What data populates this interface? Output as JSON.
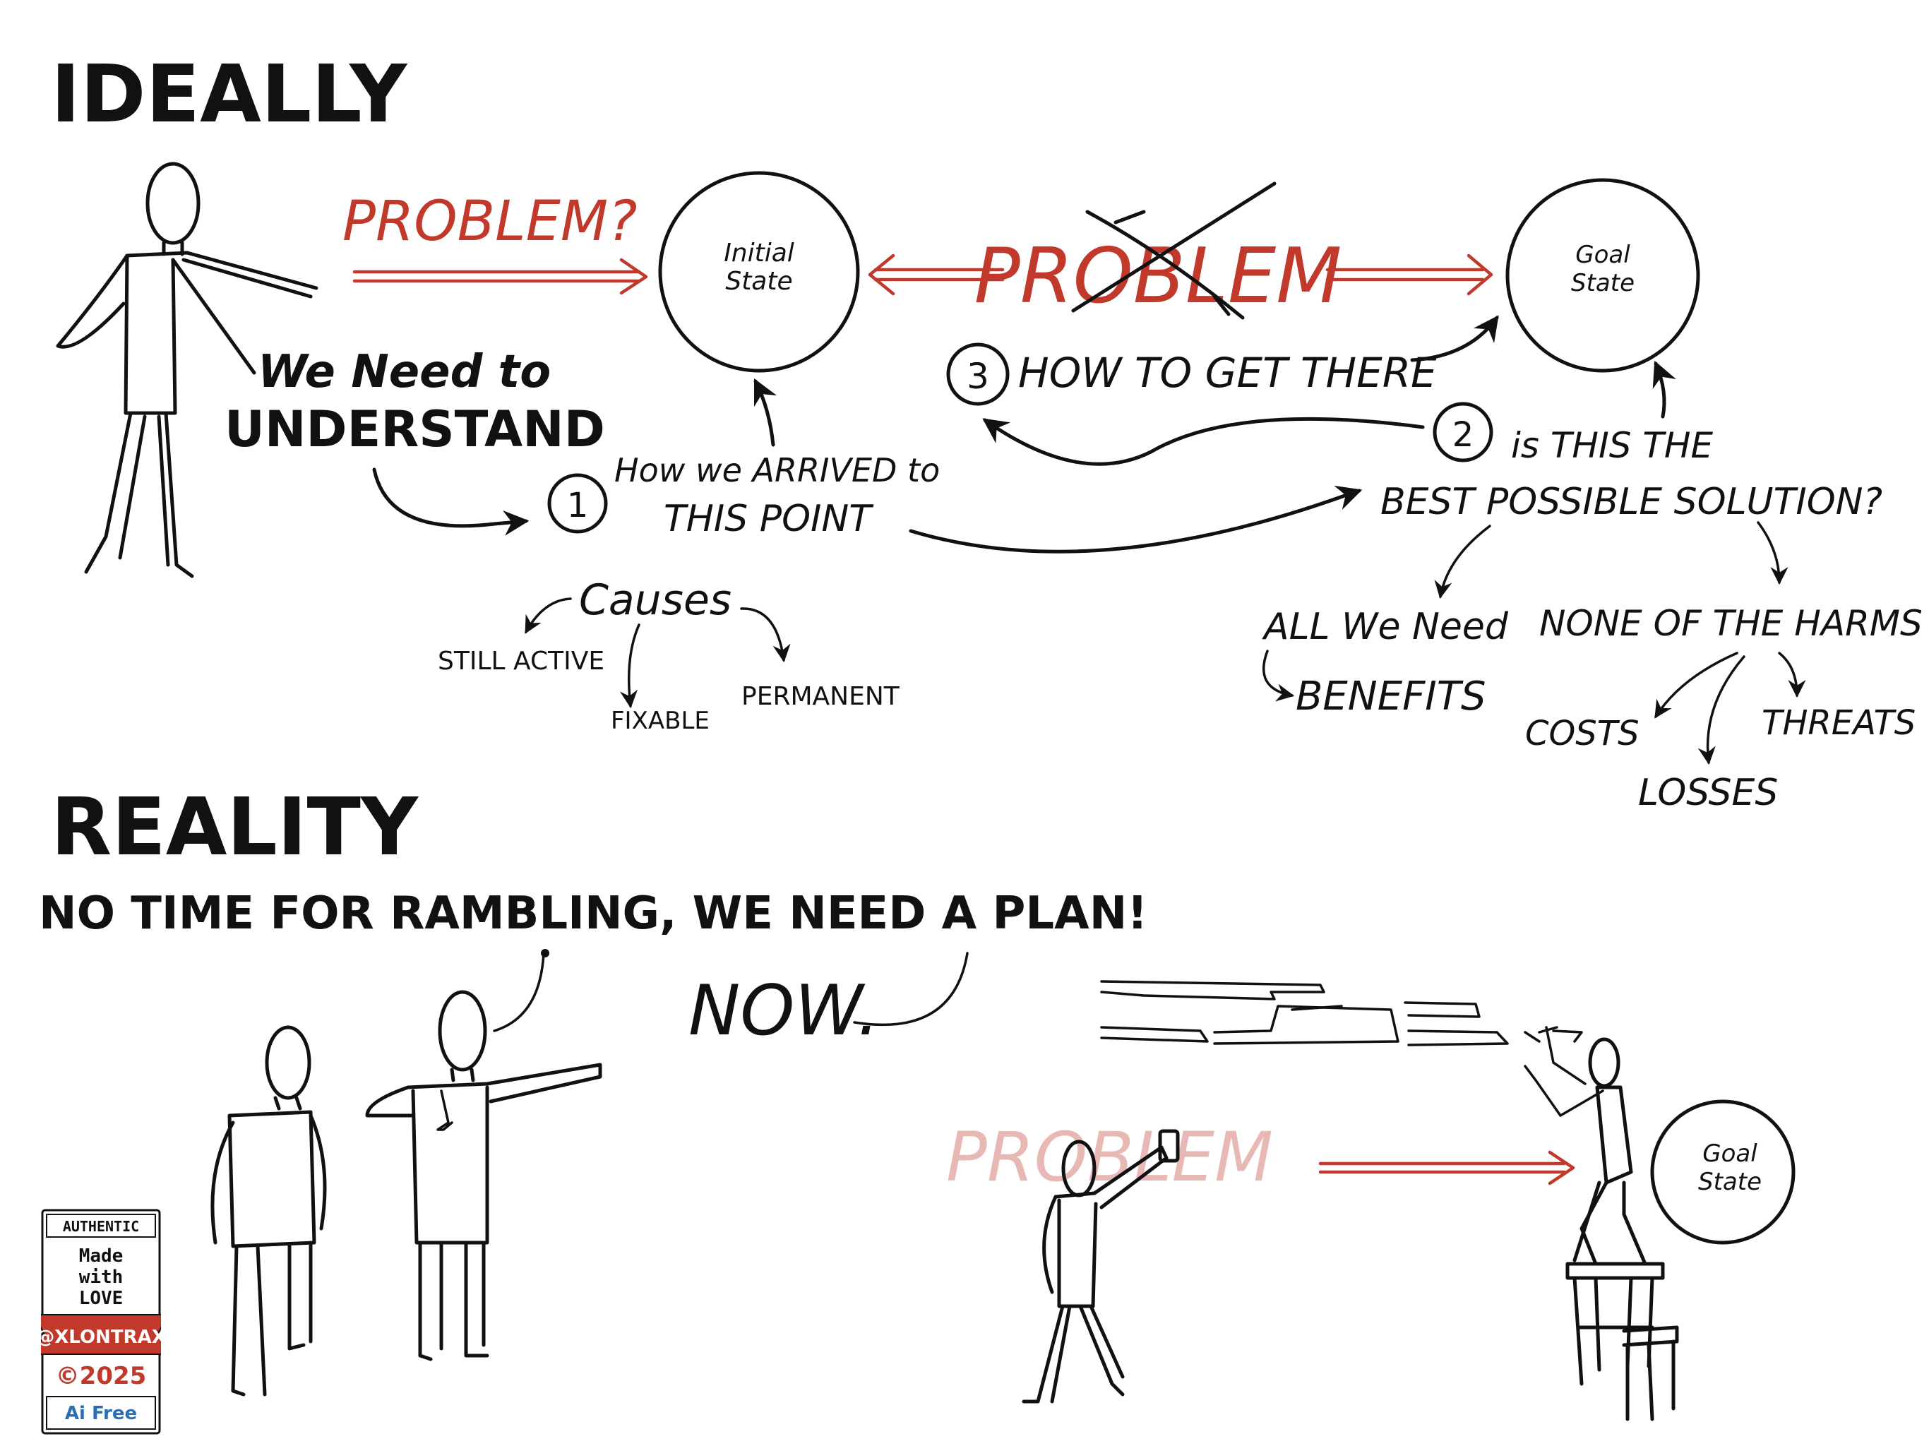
{
  "sections": {
    "ideally": "IDEALLY",
    "reality": "REALITY"
  },
  "ideally": {
    "problem_question": "PROBLEM?",
    "initial_state": [
      "Initial",
      "State"
    ],
    "goal_state": [
      "Goal",
      "State"
    ],
    "problem_crossed": "PROBLEM",
    "we_need": "We Need to",
    "understand": "UNDERSTAND",
    "step1_number": "1",
    "step1_text": [
      "How we ARRIVED to",
      "THIS POINT"
    ],
    "causes": "Causes",
    "causes_children": [
      "STILL ACTIVE",
      "FIXABLE",
      "PERMANENT"
    ],
    "step2_number": "2",
    "step2_text": [
      "is THIS THE",
      "BEST POSSIBLE SOLUTION?"
    ],
    "all_we_need": "ALL We Need",
    "benefits": "BENEFITS",
    "none_of_harms": "NONE OF THE HARMS",
    "harms_children": [
      "COSTS",
      "LOSSES",
      "THREATS"
    ],
    "step3_number": "3",
    "step3_text": "HOW TO GET THERE"
  },
  "reality": {
    "shout": "NO TIME FOR RAMBLING, WE NEED A PLAN!",
    "now": "NOW.",
    "problem_faded": "PROBLEM",
    "goal_state": [
      "Goal",
      "State"
    ]
  },
  "badge": {
    "top": "AUTHENTIC",
    "made": [
      "Made",
      "with",
      "LOVE"
    ],
    "handle": "@XLONTRAX",
    "year": "©2025",
    "ai_free": "Ai Free"
  },
  "colors": {
    "ink": "#111111",
    "accent_red": "#c0392b",
    "badge_blue": "#2a6fb5"
  }
}
